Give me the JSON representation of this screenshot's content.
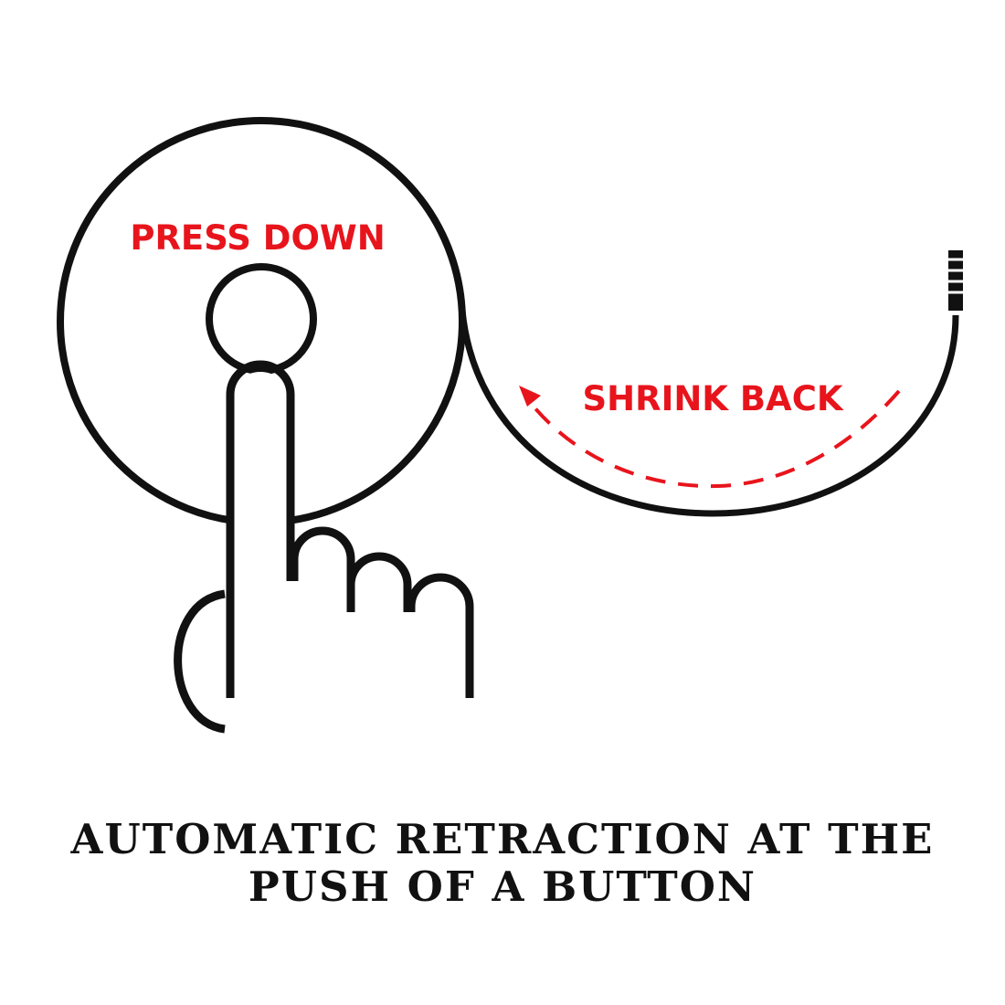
{
  "labels": {
    "press": "PRESS DOWN",
    "shrink": "SHRINK BACK"
  },
  "caption": {
    "line1": "AUTOMATIC RETRACTION AT THE",
    "line2": "PUSH OF A BUTTON"
  },
  "colors": {
    "stroke": "#111111",
    "accent": "#e8141c",
    "background": "#ffffff"
  },
  "icons": {
    "reel": "reel-icon",
    "cable": "cable-icon",
    "plug": "plug-icon",
    "hand": "pointing-hand-icon",
    "arrow": "curved-arrow-icon"
  }
}
